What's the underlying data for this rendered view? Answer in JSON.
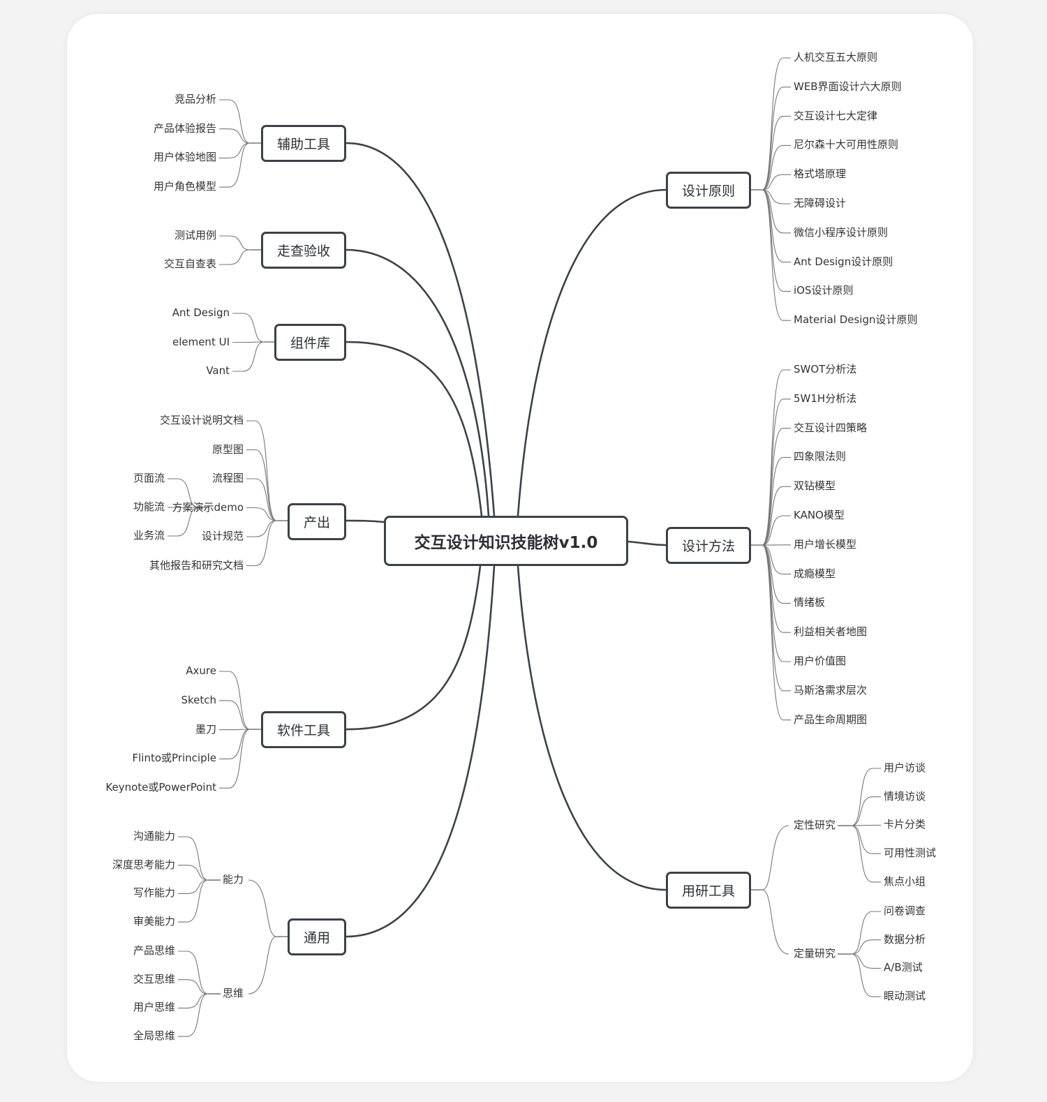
{
  "title": "交互设计知识技能树v1.0",
  "right": {
    "principles": {
      "label": "设计原则",
      "items": [
        "人机交互五大原则",
        "WEB界面设计六大原则",
        "交互设计七大定律",
        "尼尔森十大可用性原则",
        "格式塔原理",
        "无障碍设计",
        "微信小程序设计原则",
        "Ant Design设计原则",
        "iOS设计原则",
        "Material Design设计原则"
      ]
    },
    "methods": {
      "label": "设计方法",
      "items": [
        "SWOT分析法",
        "5W1H分析法",
        "交互设计四策略",
        "四象限法则",
        "双钻模型",
        "KANO模型",
        "用户增长模型",
        "成瘾模型",
        "情绪板",
        "利益相关者地图",
        "用户价值图",
        "马斯洛需求层次",
        "产品生命周期图"
      ]
    },
    "research": {
      "label": "用研工具",
      "qualitative": {
        "label": "定性研究",
        "items": [
          "用户访谈",
          "情境访谈",
          "卡片分类",
          "可用性测试",
          "焦点小组"
        ]
      },
      "quantitative": {
        "label": "定量研究",
        "items": [
          "问卷调查",
          "数据分析",
          "A/B测试",
          "眼动测试"
        ]
      }
    }
  },
  "left": {
    "aux": {
      "label": "辅助工具",
      "items": [
        "竞品分析",
        "产品体验报告",
        "用户体验地图",
        "用户角色模型"
      ]
    },
    "walk": {
      "label": "走查验收",
      "items": [
        "测试用例",
        "交互自查表"
      ]
    },
    "lib": {
      "label": "组件库",
      "items": [
        "Ant Design",
        "element UI",
        "Vant"
      ]
    },
    "output": {
      "label": "产出",
      "items": [
        "交互设计说明文档",
        "原型图",
        "流程图",
        "方案演示demo",
        "设计规范",
        "其他报告和研究文档"
      ],
      "flow_items": [
        "页面流",
        "功能流",
        "业务流"
      ]
    },
    "software": {
      "label": "软件工具",
      "items": [
        "Axure",
        "Sketch",
        "墨刀",
        "Flinto或Principle",
        "Keynote或PowerPoint"
      ]
    },
    "general": {
      "label": "通用",
      "ability": {
        "label": "能力",
        "items": [
          "沟通能力",
          "深度思考能力",
          "写作能力",
          "审美能力"
        ]
      },
      "thinking": {
        "label": "思维",
        "items": [
          "产品思维",
          "交互思维",
          "用户思维",
          "全局思维"
        ]
      }
    }
  }
}
